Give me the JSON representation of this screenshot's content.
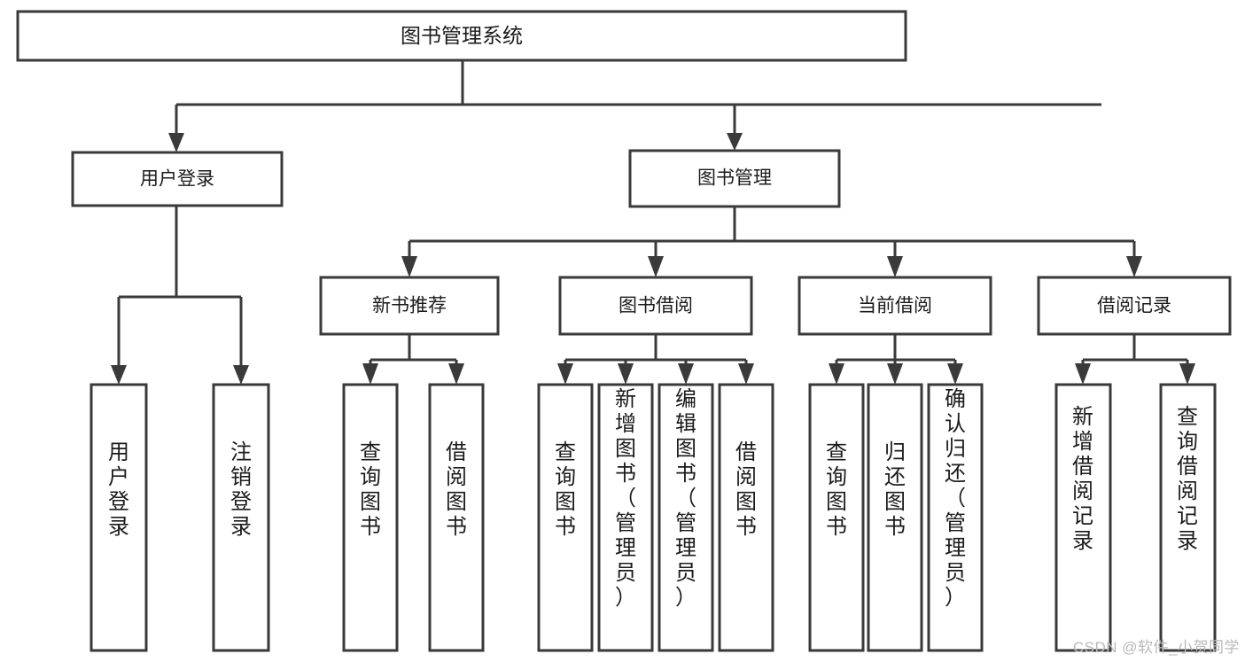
{
  "diagram": {
    "type": "tree-flowchart",
    "title": "图书管理系统",
    "watermark": "CSDN @软件_小贺同学",
    "colors": {
      "stroke": "#3a3a3a",
      "fill": "#ffffff",
      "text": "#1b1b1b",
      "watermark": "#b9b9b9",
      "background": "#ffffff"
    },
    "nodes": {
      "root": {
        "label": "图书管理系统"
      },
      "level2": [
        {
          "label": "用户登录"
        },
        {
          "label": "图书管理"
        }
      ],
      "level3": [
        {
          "label": "新书推荐"
        },
        {
          "label": "图书借阅"
        },
        {
          "label": "当前借阅"
        },
        {
          "label": "借阅记录"
        }
      ],
      "leaves": {
        "user_login": [
          {
            "label": "用户登录"
          },
          {
            "label": "注销登录"
          }
        ],
        "new_book": [
          {
            "label": "查询图书"
          },
          {
            "label": "借阅图书"
          }
        ],
        "borrow_book": [
          {
            "label": "查询图书"
          },
          {
            "label": "新增图书（管理员）"
          },
          {
            "label": "编辑图书（管理员）"
          },
          {
            "label": "借阅图书"
          }
        ],
        "current_borrow": [
          {
            "label": "查询图书"
          },
          {
            "label": "归还图书"
          },
          {
            "label": "确认归还（管理员）"
          }
        ],
        "borrow_record": [
          {
            "label": "新增借阅记录"
          },
          {
            "label": "查询借阅记录"
          }
        ]
      }
    }
  }
}
